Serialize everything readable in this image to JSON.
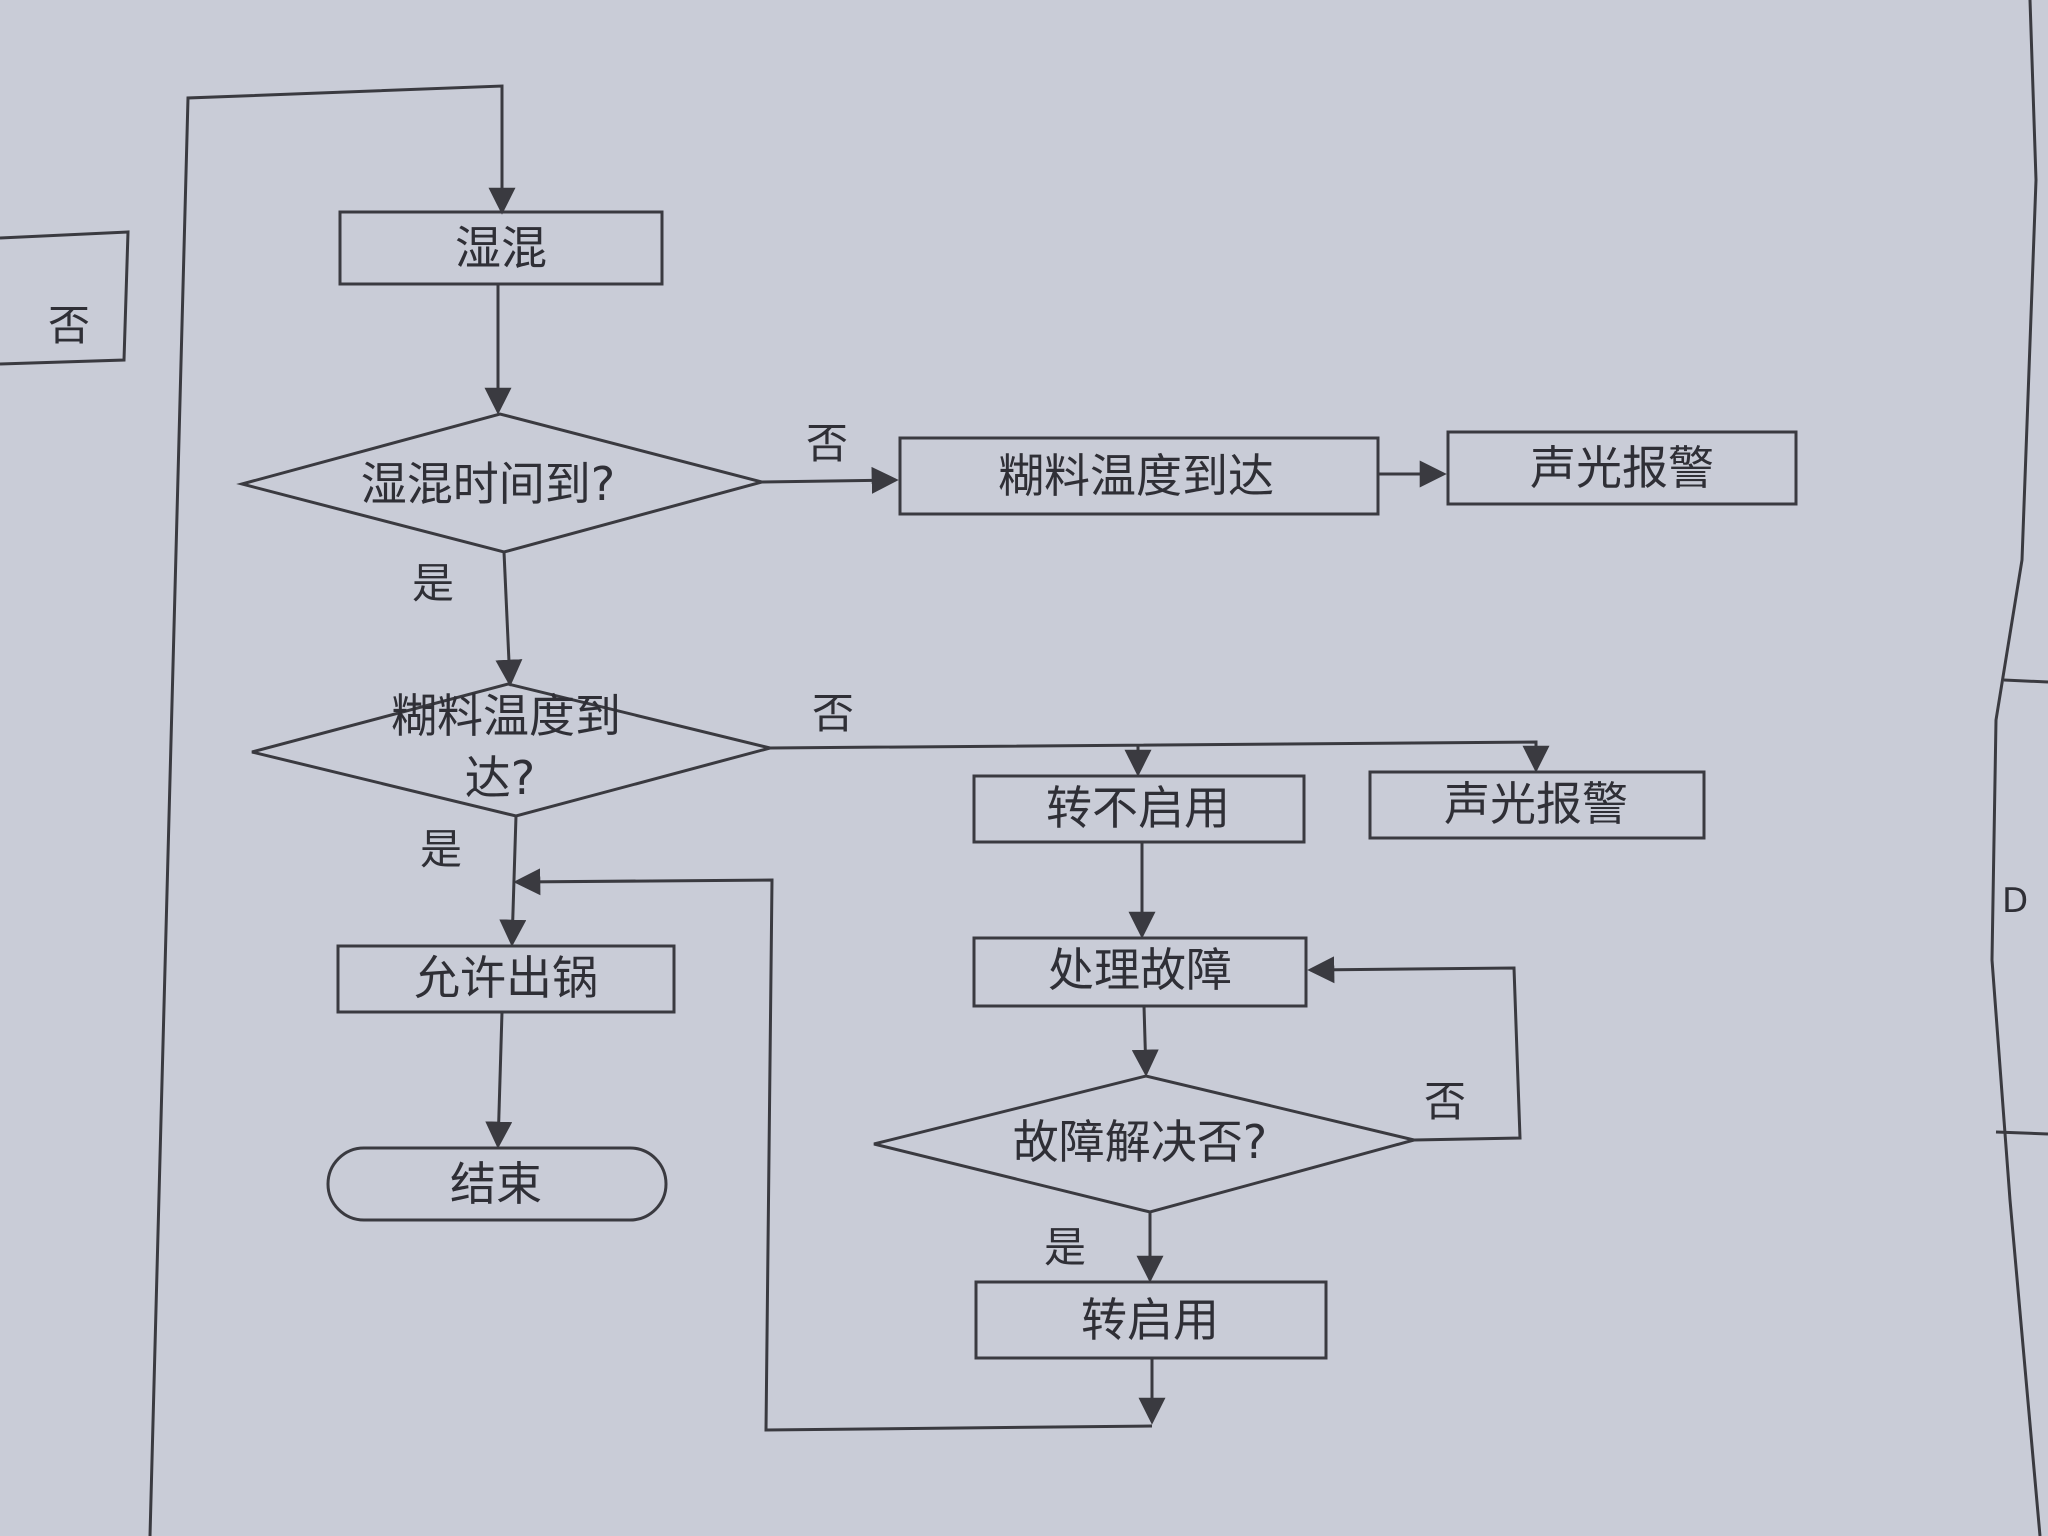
{
  "nodes": {
    "wet_mix": "湿混",
    "wet_mix_time": "湿混时间到?",
    "batter_temp_action": "糊料温度到达",
    "alarm_1": "声光报警",
    "batter_temp_check_line1": "糊料温度到",
    "batter_temp_check_line2": "达?",
    "switch_disable": "转不启用",
    "alarm_2": "声光报警",
    "allow_discharge": "允许出锅",
    "end": "结束",
    "handle_fault": "处理故障",
    "fault_resolved": "故障解决否?",
    "switch_enable": "转启用"
  },
  "edge_labels": {
    "no_1": "否",
    "no_2": "否",
    "no_3": "否",
    "yes_1": "是",
    "yes_2": "是",
    "yes_3": "是"
  },
  "margin": {
    "left_no": "否",
    "right_letter": "D"
  }
}
